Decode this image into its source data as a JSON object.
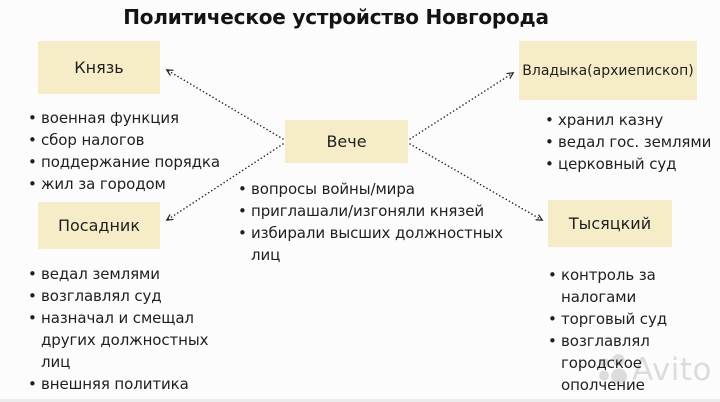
{
  "title": "Политическое устройство Новгорода",
  "colors": {
    "box_bg": "#f6edc8",
    "text": "#1f1f1f",
    "background": "#fcfcfc",
    "arrow": "#222222",
    "watermark": "#c9c9c9"
  },
  "nodes": {
    "veche": {
      "label": "Вече",
      "functions": [
        "вопросы войны/мира",
        "приглашали/изгоняли князей",
        "избирали высших должностных лиц"
      ]
    },
    "knyaz": {
      "label": "Князь",
      "functions": [
        "военная функция",
        "сбор налогов",
        "поддержание порядка",
        "жил за городом"
      ]
    },
    "vladyka": {
      "label": "Владыка(архиепископ)",
      "functions": [
        "хранил казну",
        "ведал гос. землями",
        "церковный суд"
      ]
    },
    "posadnik": {
      "label": "Посадник",
      "functions": [
        "ведал землями",
        "возглавлял суд",
        "назначал и смещал других должностных лиц",
        "внешняя политика"
      ]
    },
    "tysyatsky": {
      "label": "Тысяцкий",
      "functions": [
        "контроль за налогами",
        "торговый суд",
        "возглавлял городское ополчение"
      ]
    }
  },
  "watermark": {
    "text": "Avito",
    "logo_icon": "avito-circles-logo"
  }
}
